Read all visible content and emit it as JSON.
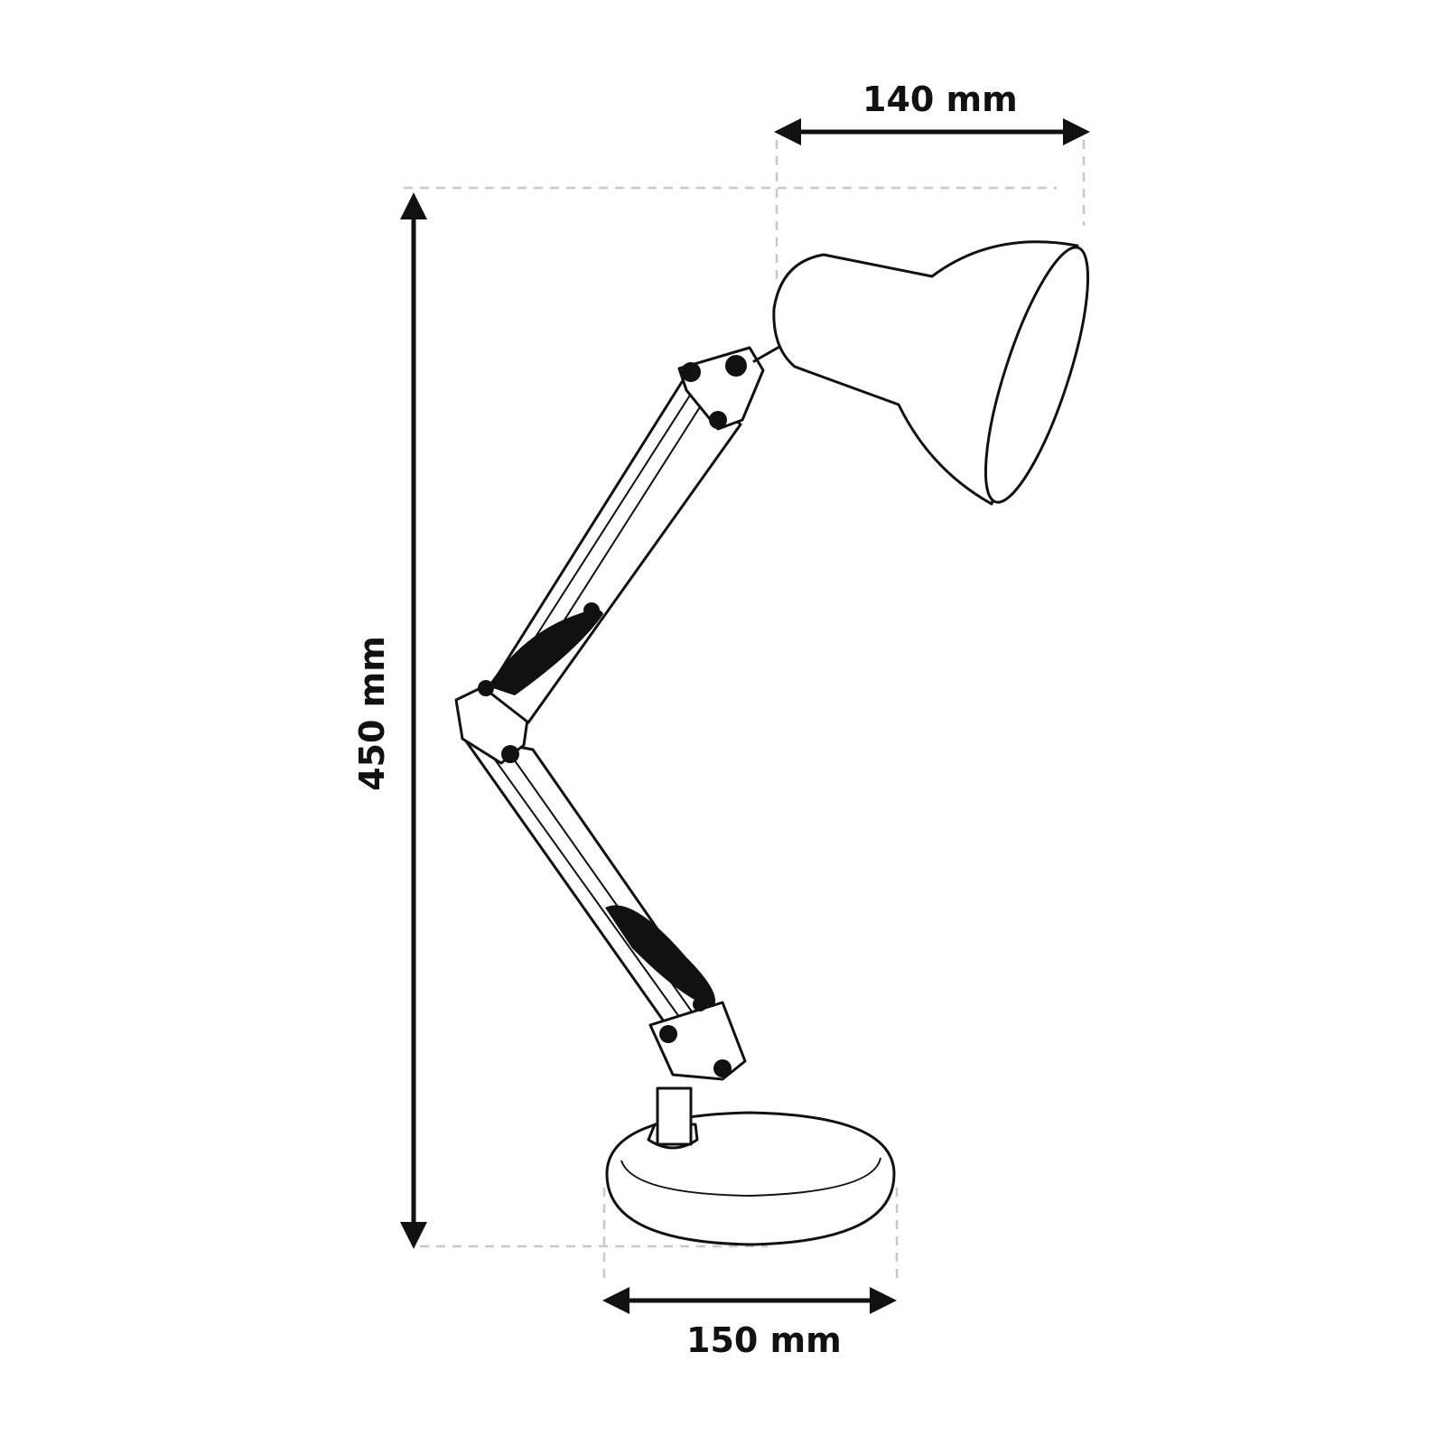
{
  "dimensions": {
    "shade_width": "140 mm",
    "height": "450 mm",
    "base_width": "150 mm"
  },
  "colors": {
    "line": "#111111",
    "guide": "#c8c8c8",
    "background": "#ffffff"
  }
}
